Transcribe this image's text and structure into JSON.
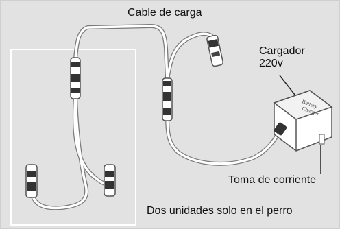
{
  "labels": {
    "cable": "Cable de carga",
    "charger_line1": "Cargador",
    "charger_line2": "220v",
    "outlet": "Toma de corriente",
    "two_units": "Dos unidades solo en el perro"
  },
  "charger_brand": "Battery Charger",
  "colors": {
    "background": "#e2e2e2",
    "box_outline": "#ffffff",
    "cable": "#ffffff",
    "cable_outline": "#777777",
    "connector": "#3a3a3a",
    "charger_body": "#ffffff"
  }
}
